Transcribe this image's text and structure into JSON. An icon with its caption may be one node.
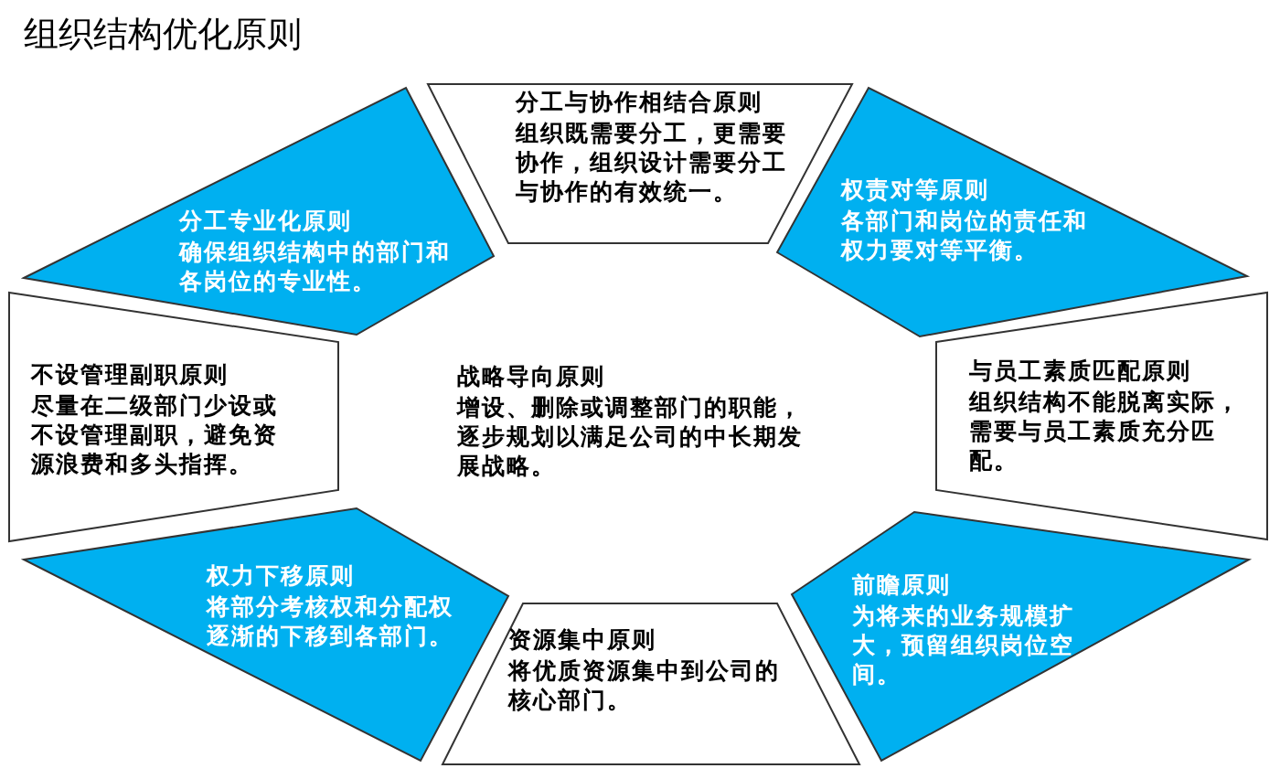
{
  "diagram": {
    "title": "组织结构优化原则",
    "nodes": [
      {
        "text": [
          "分工与协作相结合原则",
          "组织既需要分工，更需要协作，组织设计需要分工与协作的有效统一。"
        ]
      },
      {
        "text": [
          "分工专业化原则",
          "确保组织结构中的部门和各岗位的专业性。"
        ]
      },
      {
        "text": [
          "权责对等原则",
          "各部门和岗位的责任和权力要对等平衡。"
        ]
      },
      {
        "text": [
          "不设管理副职原则",
          "尽量在二级部门少设或不设管理副职，避免资源浪费和多头指挥。"
        ]
      },
      {
        "text": [
          "与员工素质匹配原则",
          "组织结构不能脱离实际，需要与员工素质充分匹配。"
        ]
      },
      {
        "text": [
          "权力下移原则",
          "将部分考核权和分配权逐渐的下移到各部门。"
        ]
      },
      {
        "text": [
          "资源集中原则",
          "将优质资源集中到公司的核心部门。"
        ]
      },
      {
        "text": [
          "前瞻原则",
          "为将来的业务规模扩大，预留组织岗位空间。"
        ]
      }
    ],
    "labels": [
      "战略导向原则",
      "增设、删除或调整部门的职能，逐步规划以满足公司的中长期发展战略。"
    ]
  }
}
